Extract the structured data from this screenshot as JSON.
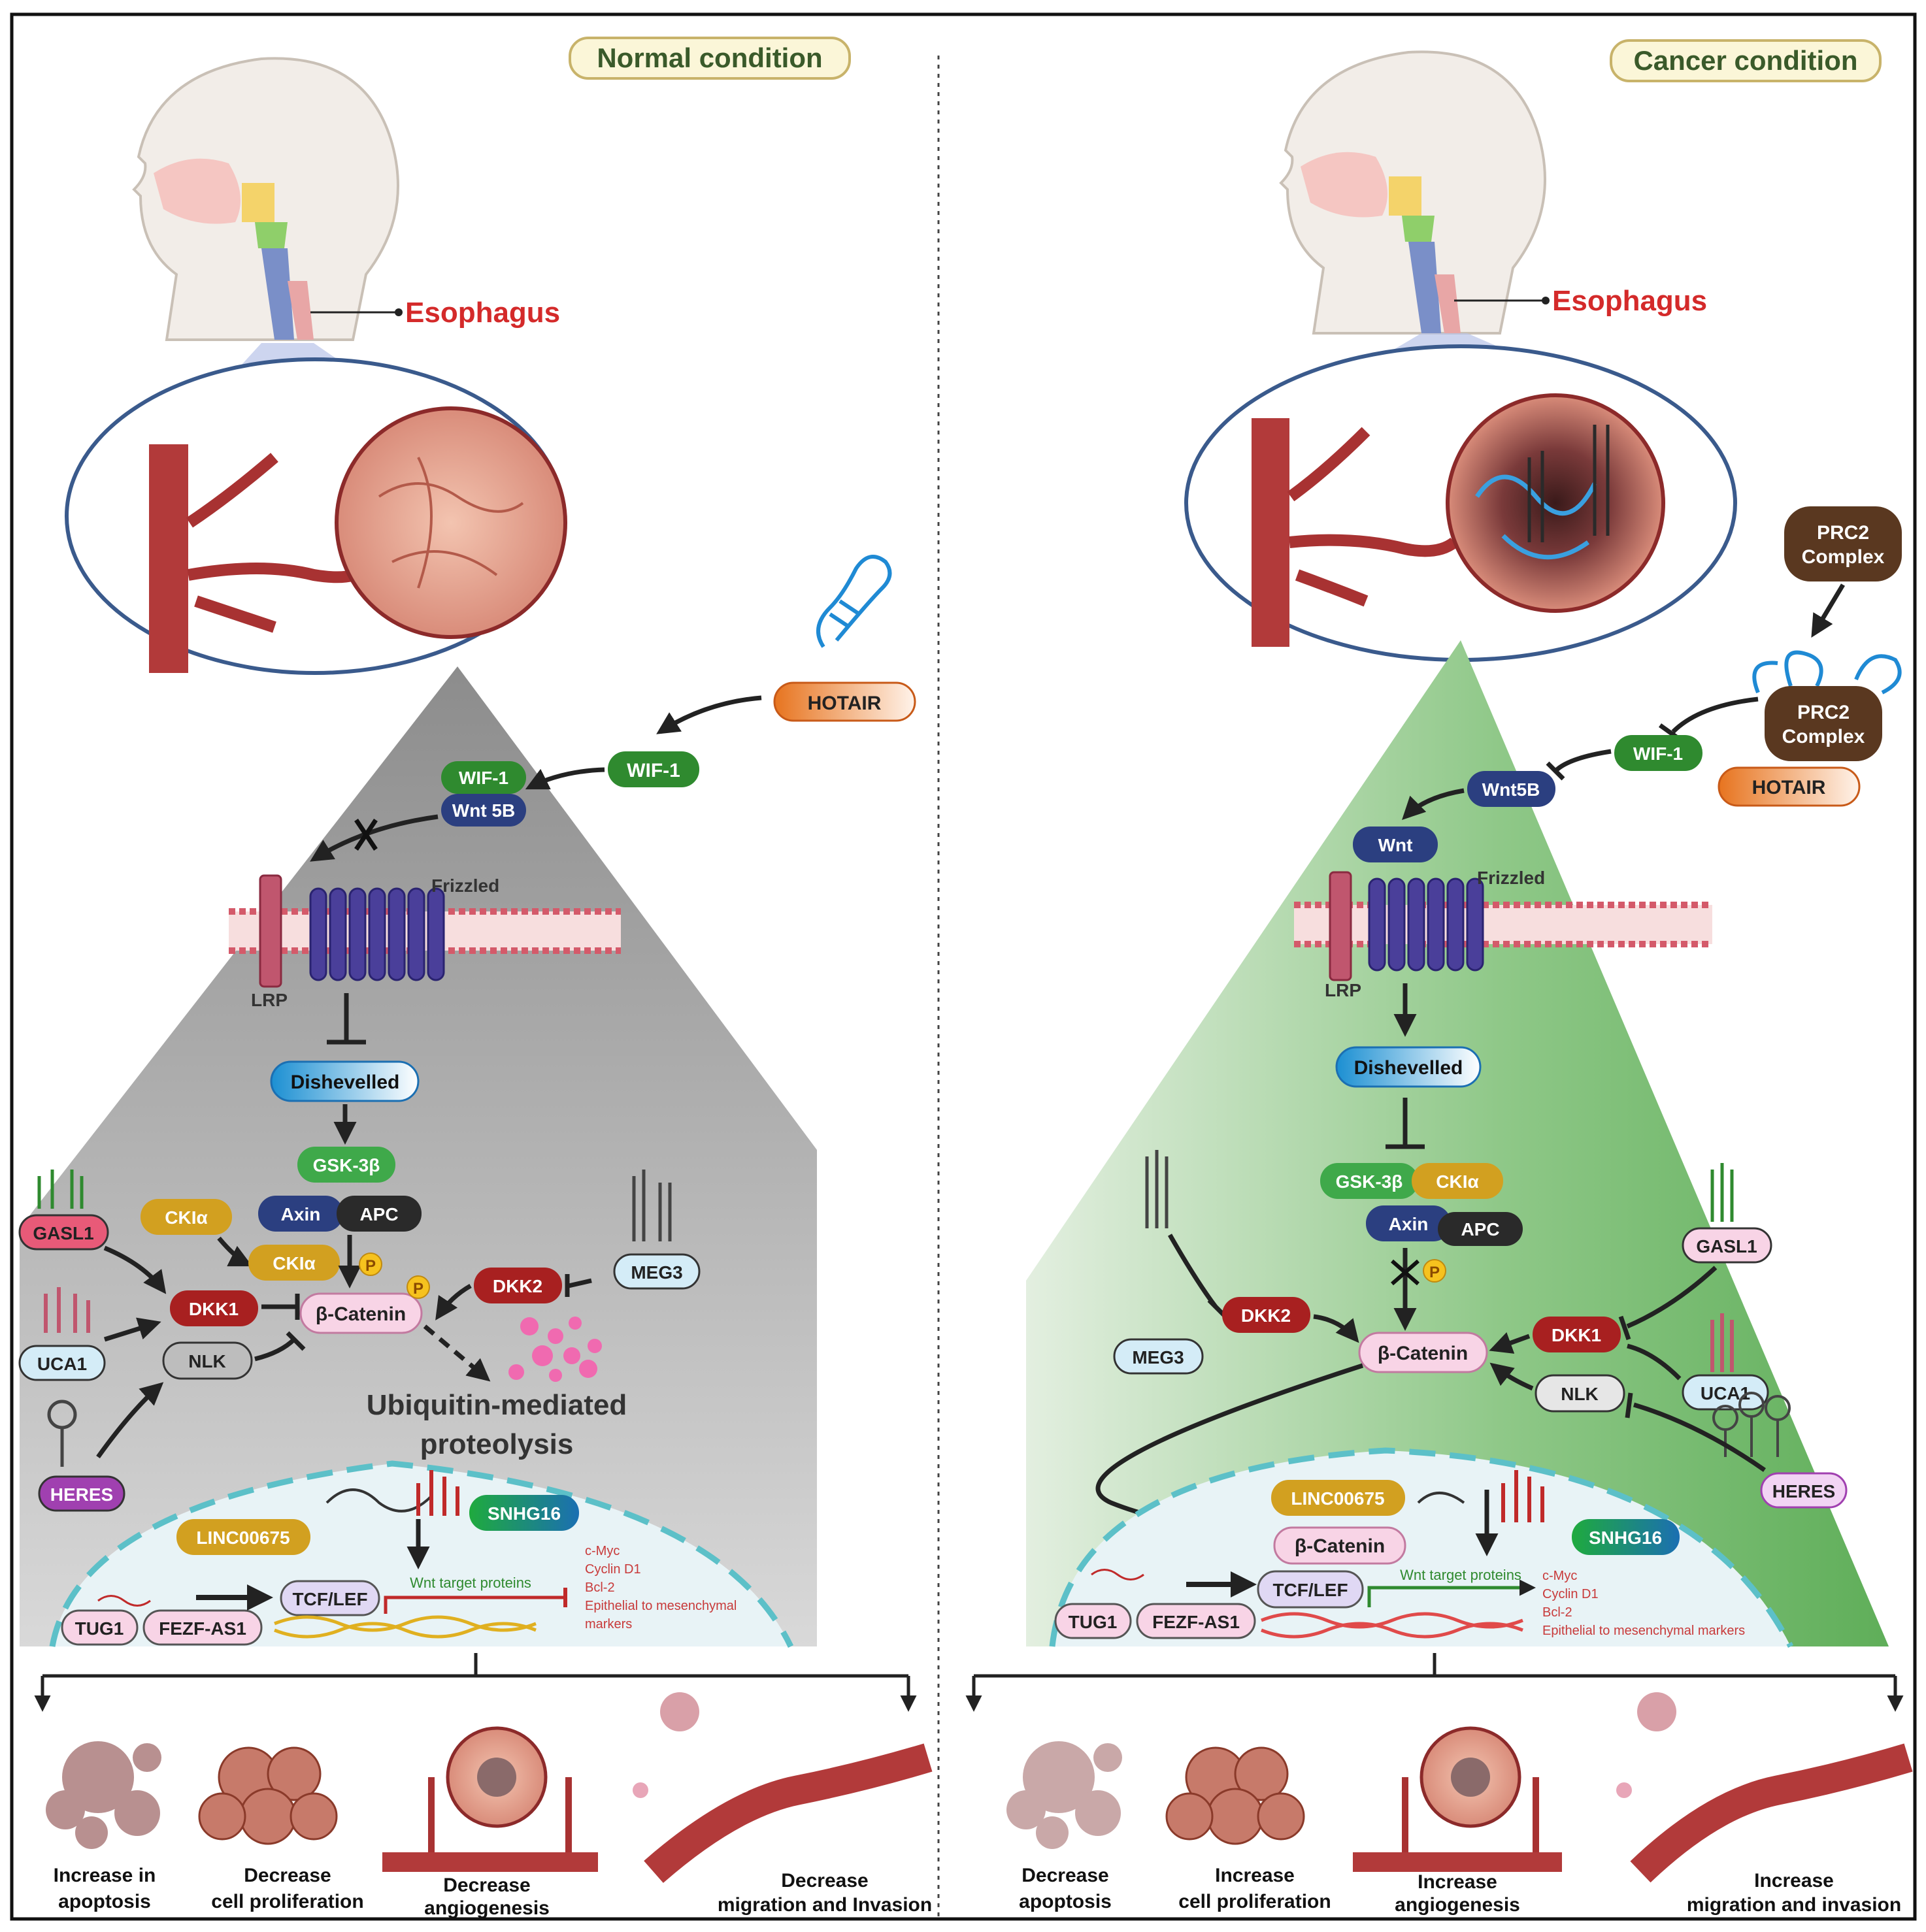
{
  "panels": {
    "normal": {
      "title": "Normal condition",
      "organ": "Esophagus",
      "frizzled": "Frizzled",
      "lrp": "LRP",
      "proteolysis_1": "Ubiquitin-mediated",
      "proteolysis_2": "proteolysis",
      "target_proteins": "Wnt target proteins",
      "targets": [
        "c-Myc",
        "Cyclin D1",
        "Bcl-2",
        "Epithelial to mesenchymal",
        "markers"
      ],
      "outcomes": [
        {
          "l1": "Increase in",
          "l2": "apoptosis"
        },
        {
          "l1": "Decrease",
          "l2": "cell proliferation"
        },
        {
          "l1": "Decrease",
          "l2": "angiogenesis"
        },
        {
          "l1": "Decrease",
          "l2": "migration and Invasion"
        }
      ]
    },
    "cancer": {
      "title": "Cancer condition",
      "organ": "Esophagus",
      "frizzled": "Frizzled",
      "lrp": "LRP",
      "target_proteins": "Wnt target proteins",
      "targets": [
        "c-Myc",
        "Cyclin D1",
        "Bcl-2",
        "Epithelial to mesenchymal markers"
      ],
      "outcomes": [
        {
          "l1": "Decrease",
          "l2": "apoptosis"
        },
        {
          "l1": "Increase",
          "l2": "cell proliferation"
        },
        {
          "l1": "Increase",
          "l2": "angiogenesis"
        },
        {
          "l1": "Increase",
          "l2": "migration and invasion"
        }
      ]
    }
  },
  "labels": {
    "hotair": "HOTAIR",
    "wif1": "WIF-1",
    "wnt5b_normal": "Wnt 5B",
    "wnt5b_cancer": "Wnt5B",
    "wnt": "Wnt",
    "dishevelled": "Dishevelled",
    "gsk3b": "GSK-3β",
    "axin": "Axin",
    "apc": "APC",
    "ck1a": "CKIα",
    "beta_catenin": "β-Catenin",
    "dkk1": "DKK1",
    "dkk2": "DKK2",
    "nlk": "NLK",
    "gasl1": "GASL1",
    "uca1": "UCA1",
    "heres": "HERES",
    "meg3": "MEG3",
    "linc00675": "LINC00675",
    "snhg16": "SNHG16",
    "tcf_lef": "TCF/LEF",
    "tug1": "TUG1",
    "fezf_as1": "FEZF-AS1",
    "prc2_l1": "PRC2",
    "prc2_l2": "Complex",
    "phospho": "P"
  },
  "colors": {
    "normal_triangle": "#9e9e9e",
    "cancer_triangle": "#6fb86a",
    "title_box": "#fbf6d8",
    "organ_text": "#d42a2a",
    "green_pill": "#2f8a2f",
    "navy_pill": "#2b3f80",
    "black_pill": "#2a2a2a",
    "gold_pill": "#d2a020",
    "red_pill": "#a82020",
    "pink_pill": "#f8d4e6",
    "orange_pill": "#e88a3a"
  }
}
